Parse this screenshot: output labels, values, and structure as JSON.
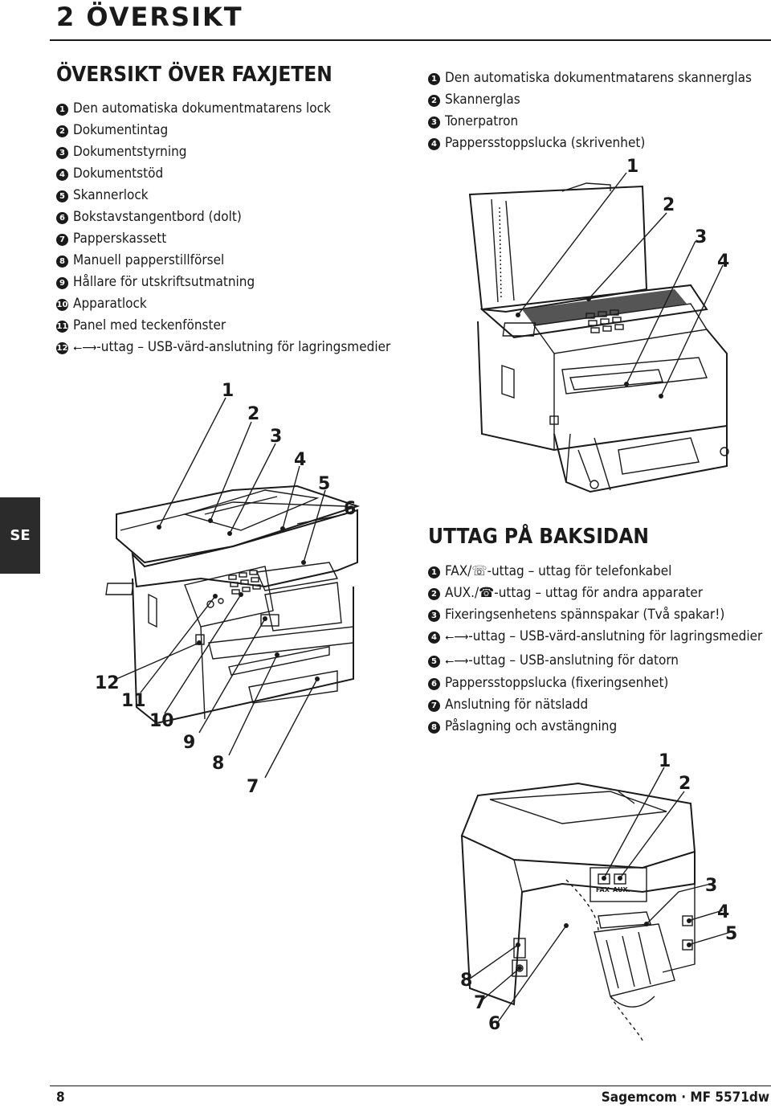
{
  "page": {
    "chapter": "2 ÖVERSIKT",
    "language_tab": "SE",
    "page_number": "8",
    "product": "Sagemcom · MF 5571dw"
  },
  "overview": {
    "title": "ÖVERSIKT ÖVER FAXJETEN",
    "items": [
      {
        "n": "1",
        "text": "Den automatiska dokumentmatarens lock"
      },
      {
        "n": "2",
        "text": "Dokumentintag"
      },
      {
        "n": "3",
        "text": "Dokumentstyrning"
      },
      {
        "n": "4",
        "text": "Dokumentstöd"
      },
      {
        "n": "5",
        "text": "Skannerlock"
      },
      {
        "n": "6",
        "text": "Bokstavstangentbord (dolt)"
      },
      {
        "n": "7",
        "text": "Papperskassett"
      },
      {
        "n": "8",
        "text": "Manuell papperstillförsel"
      },
      {
        "n": "9",
        "text": "Hållare för utskriftsutmatning"
      },
      {
        "n": "10",
        "text": "Apparatlock"
      },
      {
        "n": "11",
        "text": "Panel med teckenfönster"
      },
      {
        "n": "12",
        "text": "-uttag – USB-värd-anslutning för lagringsmedier"
      }
    ]
  },
  "open_view": {
    "items": [
      {
        "n": "1",
        "text": "Den automatiska dokumentmatarens skannerglas"
      },
      {
        "n": "2",
        "text": "Skannerglas"
      },
      {
        "n": "3",
        "text": "Tonerpatron"
      },
      {
        "n": "4",
        "text": "Pappersstoppslucka (skrivenhet)"
      }
    ]
  },
  "rear": {
    "title": "UTTAG PÅ BAKSIDAN",
    "items": [
      {
        "n": "1",
        "text": "FAX/☏-uttag – uttag för telefonkabel"
      },
      {
        "n": "2",
        "text": "AUX./☎-uttag – uttag för andra apparater"
      },
      {
        "n": "3",
        "text": "Fixeringsenhetens spännspakar (Två spakar!)"
      },
      {
        "n": "4",
        "text": "-uttag – USB-värd-anslutning för lagringsmedier"
      },
      {
        "n": "5",
        "text": "-uttag – USB-anslutning för datorn"
      },
      {
        "n": "6",
        "text": "Pappersstoppslucka (fixeringsenhet)"
      },
      {
        "n": "7",
        "text": "Anslutning för nätsladd"
      },
      {
        "n": "8",
        "text": "Påslagning och avstängning"
      }
    ],
    "port_labels": [
      "FAX",
      "AUX."
    ]
  },
  "callouts": {
    "front": [
      "1",
      "2",
      "3",
      "4",
      "5",
      "6",
      "7",
      "8",
      "9",
      "10",
      "11",
      "12"
    ],
    "open": [
      "1",
      "2",
      "3",
      "4"
    ],
    "back": [
      "1",
      "2",
      "3",
      "4",
      "5",
      "6",
      "7",
      "8"
    ]
  },
  "icons": {
    "usb": "usb-icon"
  }
}
